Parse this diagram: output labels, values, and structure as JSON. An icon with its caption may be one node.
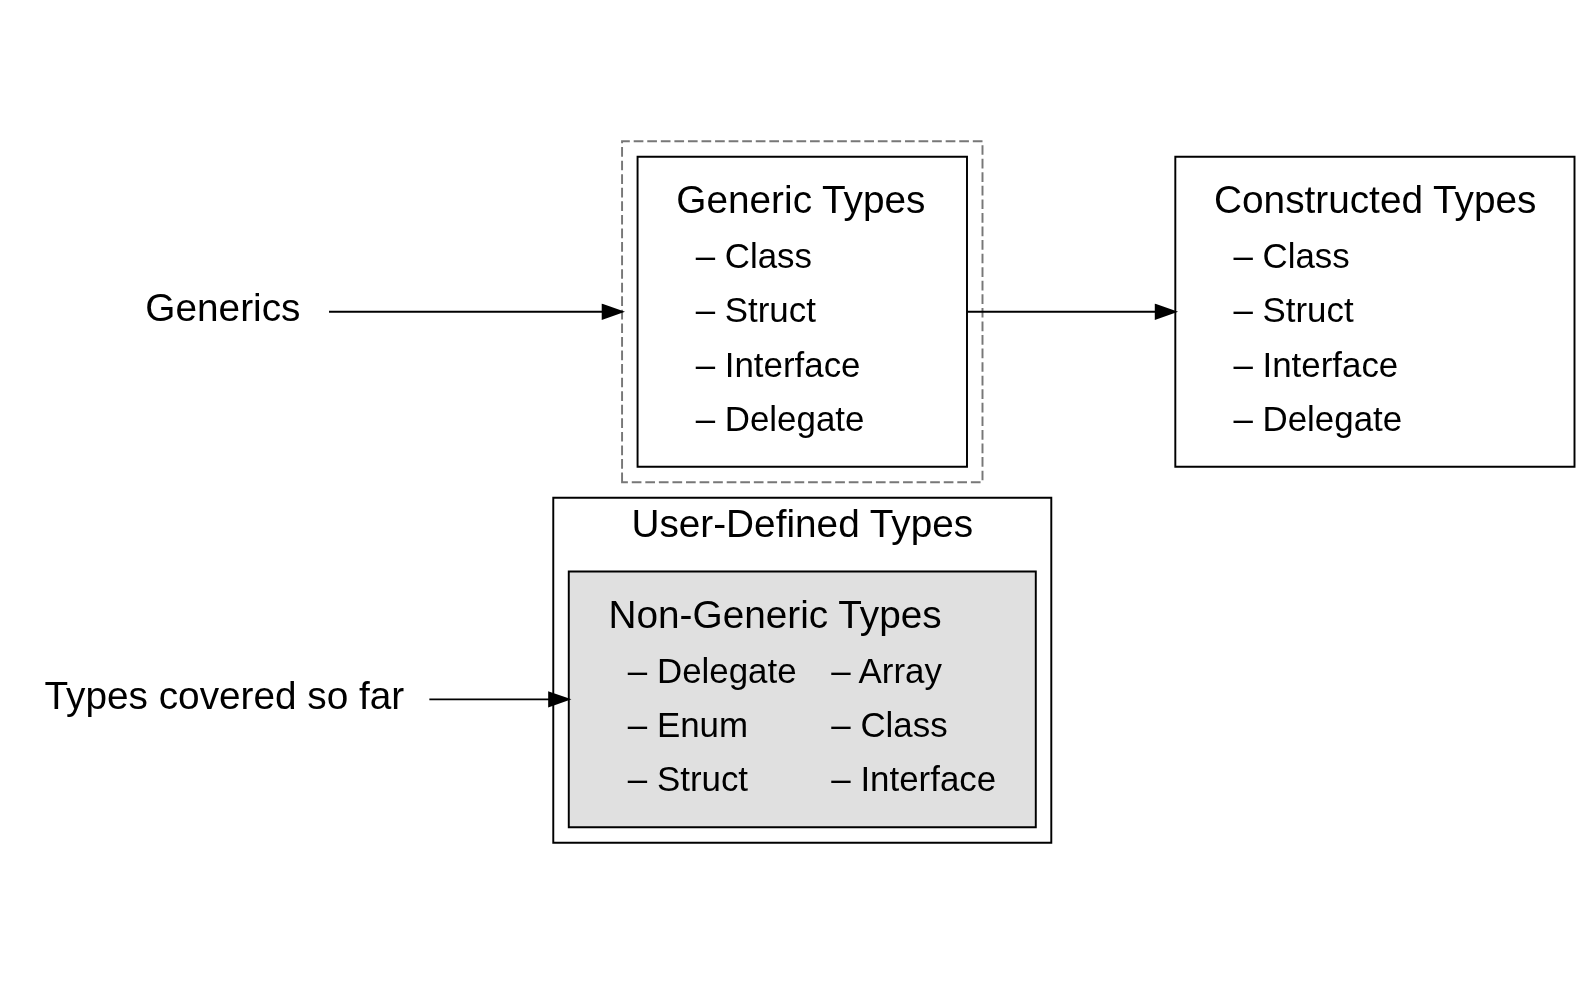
{
  "diagram": {
    "nodes": [
      {
        "text": [
          "User-Defined Types"
        ]
      },
      {
        "text": [
          "Types covered so far"
        ]
      },
      {
        "text": [
          "Non-Generic Types",
          "– Delegate",
          "– Array",
          "– Enum",
          "– Class",
          "– Struct",
          "– Interface"
        ],
        "in": 0
      },
      {
        "text": [
          "Generics"
        ]
      },
      {
        "text": [],
        "shape": "box"
      },
      {
        "text": [
          "Generic Types",
          "– Class",
          "– Struct",
          "– Interface",
          "– Delegate"
        ],
        "in": 4
      },
      {
        "text": [
          "Constructed Types",
          "– Class",
          "– Struct",
          "– Interface",
          "– Delegate"
        ]
      }
    ],
    "edges": [
      {
        "from": 1,
        "to": 2,
        "arrow": "to"
      },
      {
        "from": 3,
        "to": 4,
        "arrow": "to"
      },
      {
        "from": 5,
        "to": 6,
        "arrow": "to"
      }
    ]
  }
}
